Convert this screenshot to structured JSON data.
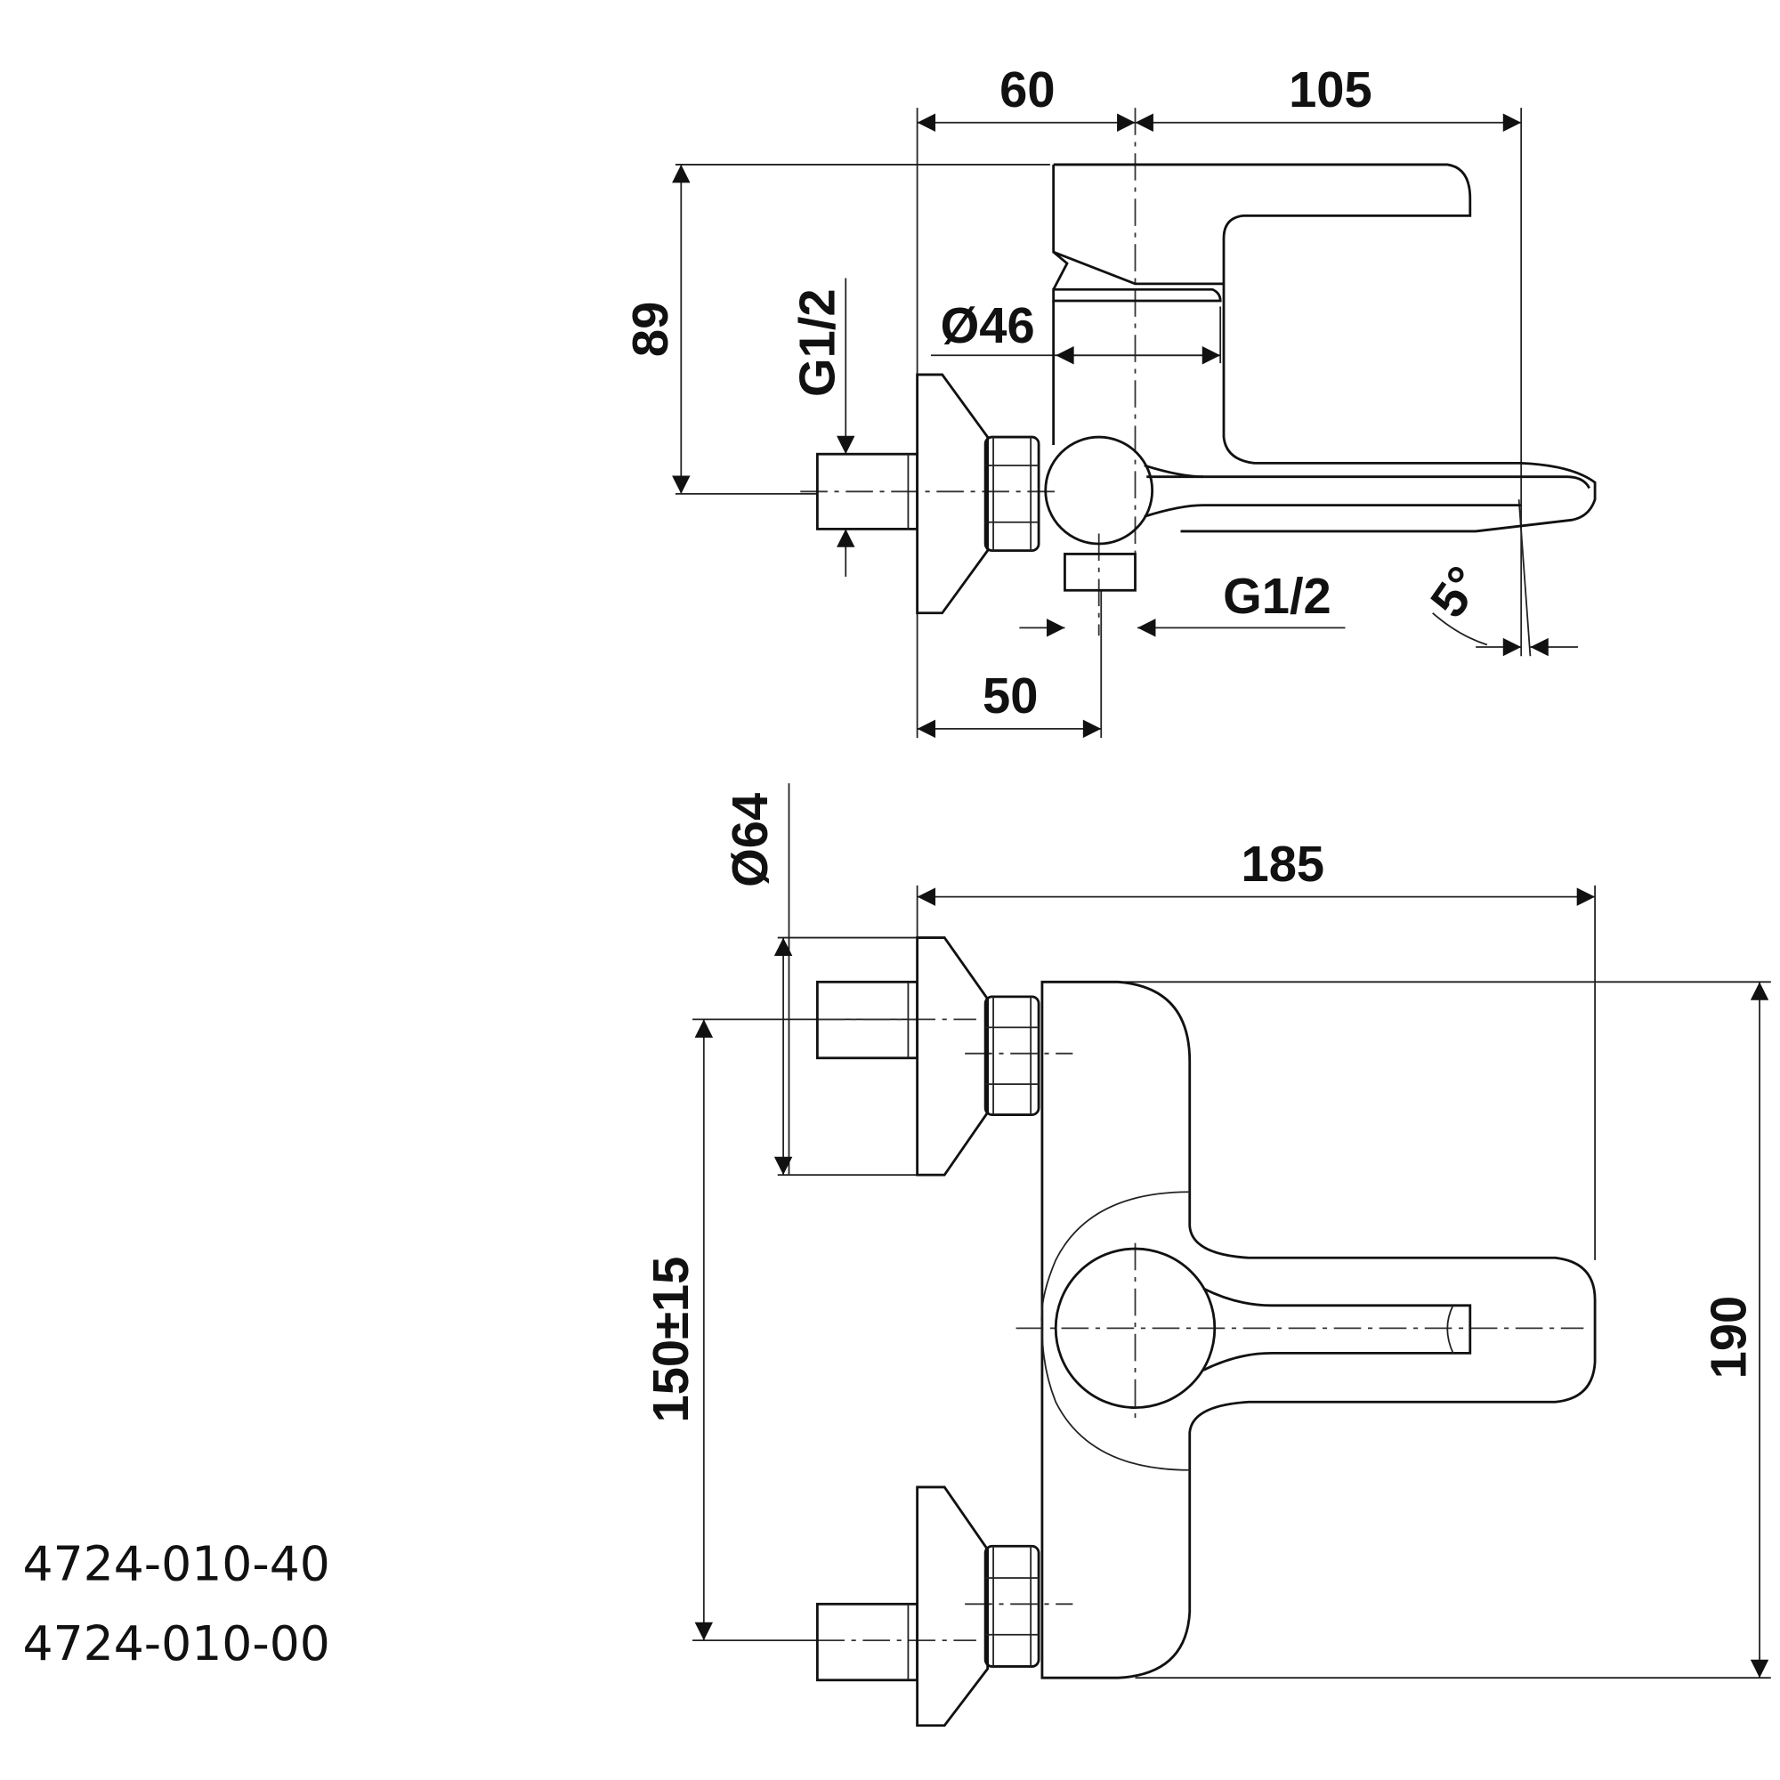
{
  "drawing": {
    "side_view": {
      "dim_60": "60",
      "dim_105": "105",
      "dim_89": "89",
      "dim_inlet_thread": "G1/2",
      "dim_cartridge_diameter": "Ø46",
      "dim_outlet_thread": "G1/2",
      "dim_spout_angle": "5°",
      "dim_50": "50"
    },
    "front_view": {
      "dim_flange_diameter": "Ø64",
      "dim_185": "185",
      "dim_centers": "150±15",
      "dim_190": "190"
    },
    "part_numbers": [
      "4724-010-40",
      "4724-010-00"
    ]
  }
}
